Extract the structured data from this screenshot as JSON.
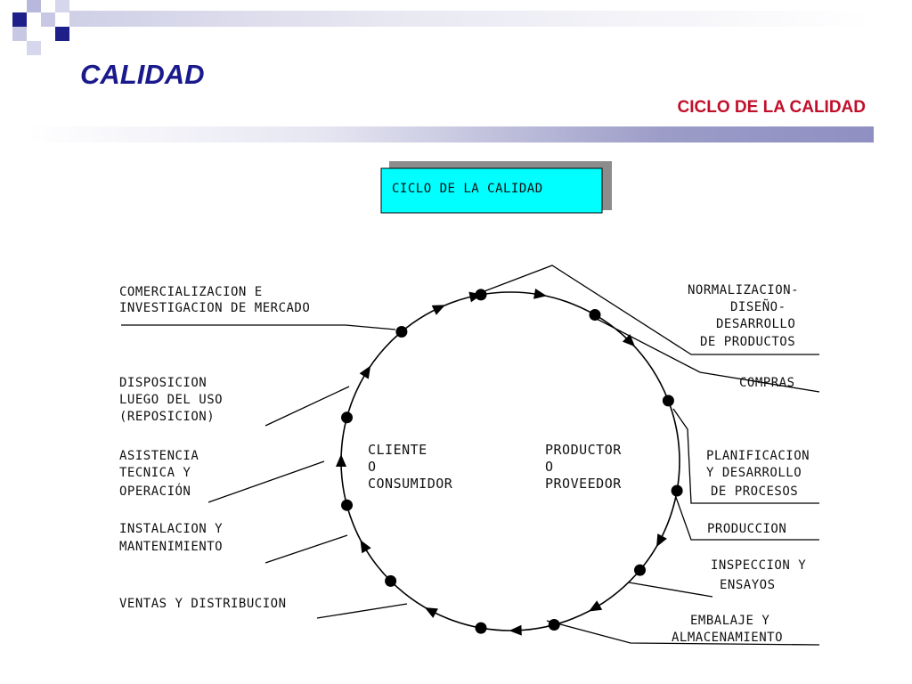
{
  "slide": {
    "title": "CALIDAD",
    "subtitle": "CICLO DE LA CALIDAD"
  },
  "diagram": {
    "box_title": "CICLO DE LA CALIDAD",
    "center_left": [
      "CLIENTE",
      "O",
      "CONSUMIDOR"
    ],
    "center_right": [
      "PRODUCTOR",
      "O",
      "PROVEEDOR"
    ],
    "left_labels": [
      [
        "COMERCIALIZACION E",
        "INVESTIGACION DE MERCADO"
      ],
      [
        "DISPOSICION",
        "LUEGO DEL USO",
        "(REPOSICION)"
      ],
      [
        "ASISTENCIA",
        "TECNICA Y",
        "OPERACIÓN"
      ],
      [
        "INSTALACION Y",
        "MANTENIMIENTO"
      ],
      [
        "VENTAS Y DISTRIBUCION"
      ]
    ],
    "right_labels": [
      [
        "NORMALIZACION-",
        "DISEÑO-",
        "DESARROLLO",
        "DE PRODUCTOS"
      ],
      [
        "COMPRAS"
      ],
      [
        "PLANIFICACION",
        "Y DESARROLLO",
        "DE PROCESOS"
      ],
      [
        "PRODUCCION"
      ],
      [
        "INSPECCION Y",
        "ENSAYOS"
      ],
      [
        "EMBALAJE Y",
        "ALMACENAMIENTO"
      ]
    ],
    "colors": {
      "box_fill": "#00ffff",
      "box_shadow": "#888888",
      "line": "#000000"
    }
  }
}
